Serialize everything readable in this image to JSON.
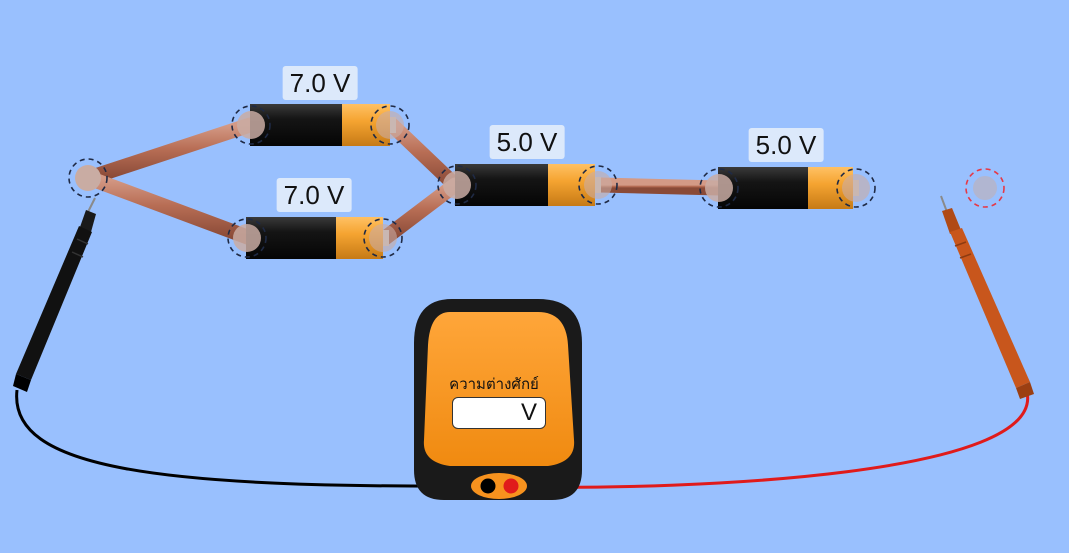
{
  "circuit": {
    "batteries": [
      {
        "voltage_label": "7.0 V",
        "orientation": "terminal-right"
      },
      {
        "voltage_label": "7.0 V",
        "orientation": "terminal-right"
      },
      {
        "voltage_label": "5.0 V",
        "orientation": "terminal-right"
      },
      {
        "voltage_label": "5.0 V",
        "orientation": "terminal-right"
      }
    ]
  },
  "voltmeter": {
    "title": "ความต่างศักย์",
    "value": "",
    "unit": "V",
    "black_probe_color": "#111111",
    "red_probe_color": "#c8561c",
    "black_wire_color": "#000000",
    "red_wire_color": "#e01b1b",
    "body_color": "#f7921e"
  },
  "colors": {
    "background": "#99c0fe",
    "wire": "#b86e55",
    "battery_black": "#141414",
    "battery_orange": "#f5a431",
    "label_background": "#dce9fb",
    "junction_highlight": "#e53946"
  }
}
